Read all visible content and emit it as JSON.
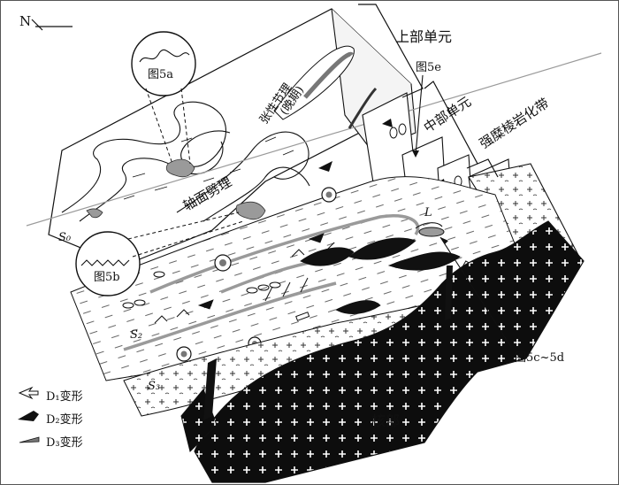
{
  "diagram": {
    "north_label": "N",
    "units": {
      "upper": "上部单元",
      "middle": "中部单元",
      "mylonite": "强糜棱岩化带",
      "core": "核部"
    },
    "fabric": {
      "axial_cleavage": "轴面劈理",
      "zhangshu": "张性节理",
      "late": "(晚期)"
    },
    "surfaces": {
      "s0": "S₀",
      "s2": "S₂",
      "s3": "S₃",
      "L": "L"
    },
    "figure_refs": {
      "fig5a": "图5a",
      "fig5b": "图5b",
      "fig5e": "图5e",
      "fig5cd": "图5c~5d"
    },
    "legend": [
      {
        "label": "D₁变形",
        "icon": "hollow-arrow-icon"
      },
      {
        "label": "D₂变形",
        "icon": "solid-arrow-icon"
      },
      {
        "label": "D₃变形",
        "icon": "half-arrow-icon"
      }
    ]
  }
}
